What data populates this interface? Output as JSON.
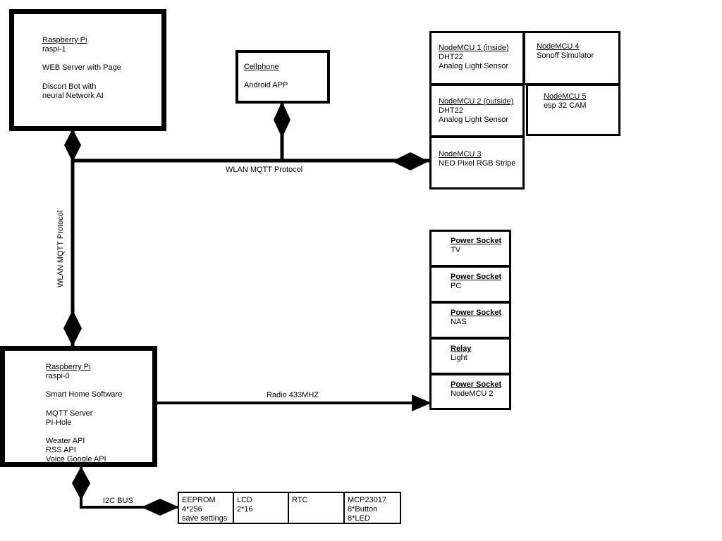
{
  "raspi1": {
    "title": "Raspberry Pi",
    "name": "raspi-1",
    "line1": "WEB Server with Page",
    "line2": "Discort Bot with",
    "line3": "neural Network AI"
  },
  "cellphone": {
    "title": "Cellphone",
    "line1": "Android APP"
  },
  "nodemcu": {
    "n1_title": "NodeMCU 1 (inside)",
    "n1_l1": "DHT22",
    "n1_l2": "Analog Light Sensor",
    "n2_title": "NodeMCU 2 (outside)",
    "n2_l1": "DHT22",
    "n2_l2": "Analog Light Sensor",
    "n3_title": "NodeMCU 3",
    "n3_l1": "NEO Pixel RGB Stripe",
    "n4_title": "NodeMCU 4",
    "n4_l1": "Sonoff Simulator",
    "n5_title": "NodeMCU 5",
    "n5_l1": "esp 32 CAM"
  },
  "links": {
    "wlan_h": "WLAN MQTT Protocol",
    "wlan_v": "WLAN MQTT Protocol",
    "radio": "Radio 433MHZ",
    "i2c": "I2C BUS"
  },
  "sockets": [
    {
      "title": "Power Socket",
      "label": "TV"
    },
    {
      "title": "Power Socket",
      "label": "PC"
    },
    {
      "title": "Power Socket",
      "label": "NAS"
    },
    {
      "title": "Relay",
      "label": "Light"
    },
    {
      "title": "Power Socket",
      "label": "NodeMCU 2"
    }
  ],
  "raspi0": {
    "title": "Raspberry Pi",
    "name": "raspi-0",
    "line1": "Smart Home Software",
    "line2": "MQTT Server",
    "line3": "PI-Hole",
    "line4": "Weater API",
    "line5": "RSS API",
    "line6": "Voice Google API"
  },
  "i2c_devices": [
    {
      "title": "EEPROM",
      "l1": "4*256",
      "l2": "save settings"
    },
    {
      "title": "LCD",
      "l1": "2*16",
      "l2": ""
    },
    {
      "title": "RTC",
      "l1": "",
      "l2": ""
    },
    {
      "title": "MCP23017",
      "l1": "8*Button",
      "l2": "8*LED"
    }
  ]
}
